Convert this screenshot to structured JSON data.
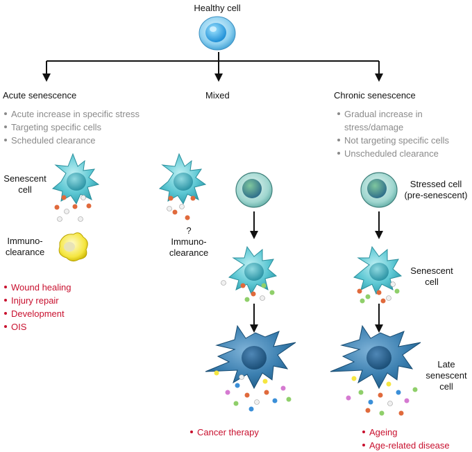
{
  "top": {
    "label": "Healthy cell"
  },
  "columns": {
    "acute": {
      "title": "Acute senescence",
      "features": [
        "Acute increase in specific stress",
        "Targeting specific cells",
        "Scheduled clearance"
      ],
      "senescent_label": [
        "Senescent",
        "cell"
      ],
      "immuno_label": [
        "Immuno-",
        "clearance"
      ],
      "outcomes": [
        "Wound healing",
        "Injury repair",
        "Development",
        "OIS"
      ]
    },
    "mixed": {
      "title": "Mixed",
      "question": "?",
      "immuno_label": [
        "Immuno-",
        "clearance"
      ],
      "outcomes": [
        "Cancer therapy"
      ]
    },
    "chronic": {
      "title": "Chronic senescence",
      "features": [
        "Gradual increase in",
        "stress/damage",
        "Not targeting specific cells",
        "Unscheduled clearance"
      ],
      "stressed_label": [
        "Stressed cell",
        "(pre-senescent)"
      ],
      "senescent_label": [
        "Senescent",
        "cell"
      ],
      "late_label": [
        "Late",
        "senescent",
        "cell"
      ],
      "outcomes": [
        "Ageing",
        "Age-related disease"
      ]
    }
  },
  "colors": {
    "outcome": "#c8102e",
    "feature": "#8a8a8a",
    "senescent": "#4fc3d0",
    "late": "#2f78a8",
    "immune": "#f2e34a"
  }
}
